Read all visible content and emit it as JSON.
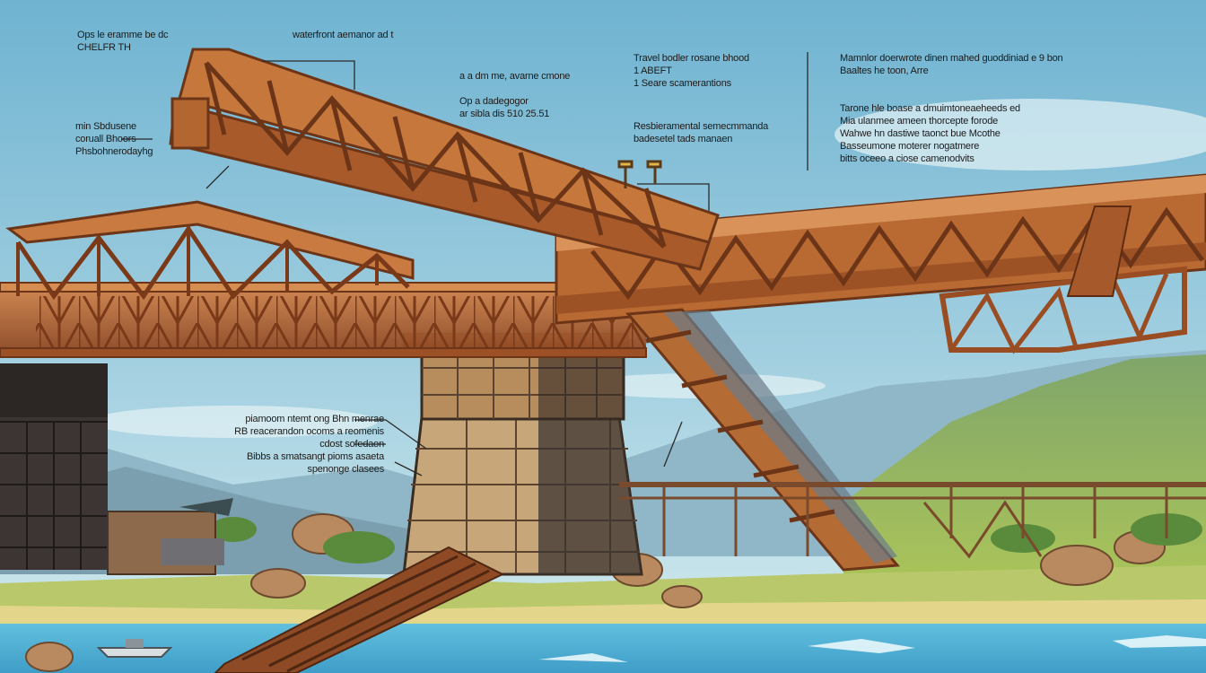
{
  "labels": {
    "top_left": "Ops le eramme be dc\nCHELFR TH",
    "top_center": "waterfront aemanor ad t",
    "mid_upper": "a a dm me, avarne cmone",
    "mid_lower": "Op a dadegogor\nar sibla dis 510 25.51",
    "center_right": "Travel bodler rosane bhood\n1 ABEFT\n1 Seare scamerantions",
    "center_right_2": "Resbieramental semecmmanda\nbadesetel tads manaen",
    "right_top": "Mamnlor doerwrote dinen mahed guoddiniad e 9 bon\nBaaltes he toon, Arre",
    "right_body": "Tarone hle boase a dmuimtoneaeheeds ed\nMia ulanmee ameen thorcepte forode\nWahwe hn dastiwe taonct bue Mcothe\nBasseumone moterer nogatmere\nbitts oceeo a ciose camenodvits",
    "left_mid": "min Sbdusene\ncoruall Bhoors\nPhsbohnerodayhg",
    "pier_block": "piamoom ntemt ong Bhn menrae\nRB reacerandon ocoms a reomenis\ncdost sofedaon\nBibbs a smatsangt pioms asaeta\nspenonge clasees"
  },
  "colors": {
    "sky_top": "#6fb4d2",
    "sky_bottom": "#c9e4ec",
    "steel": "#b4662f",
    "steel_dark": "#6d3518",
    "pier_stone": "#c6a477",
    "pier_dark": "#3a3330",
    "grass": "#a9c650",
    "water": "#4fb3d8"
  }
}
